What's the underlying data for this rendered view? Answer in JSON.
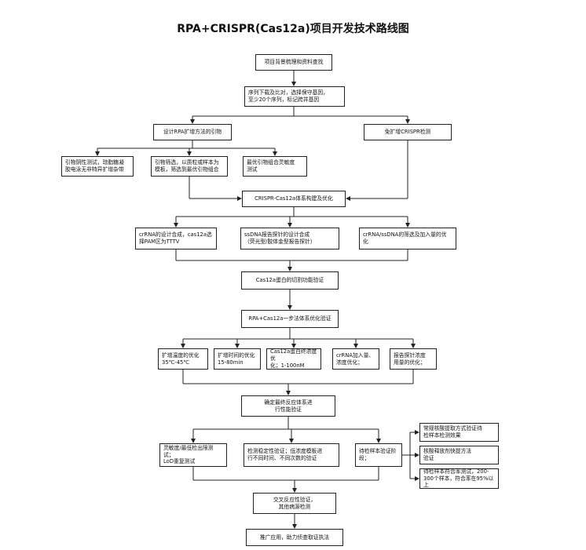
{
  "title": "RPA+CRISPR(Cas12a)项目开发技术路线图",
  "nodes": {
    "n1": "项目背景梳理和资料查找",
    "n2": "序列下载及比对，选择保守基因，\n至少20个序列，标记跨并基因",
    "n3": "设计RPA扩增方法的引物",
    "n4": "免扩增CRISPR检测",
    "n5a": "引物阴性测试，琼脂糖凝\n胶电泳无非特异扩增杂带",
    "n5b": "引物筛选，以质粒或样本为\n模板，筛选到最优引物组合",
    "n5c": "最优引物组合灵敏度\n测试",
    "n6": "CRISPR-Cas12a体系构建及优化",
    "n7a": "crRNA的设计合成，cas12a选\n择PAM区为TTTV",
    "n7b": "ssDNA报告探针的设计合成\n（荧光型/胶体金型报告探针）",
    "n7c": "crRNA/ssDNA的筛选及加入量的优\n化",
    "n8": "Cas12a蛋白的切割功能验证",
    "n9": "RPA+Cas12a一步法体系优化验证",
    "n10a": "扩增温度的优化\n35℃-45℃",
    "n10b": "扩增时间的优化\n15-80min",
    "n10c": "Cas12a蛋白终浓度优\n化；1-100nM",
    "n10d": "crRNA加入量、\n浓度优化；",
    "n10e": "报告探针浓度\n用量的优化；",
    "n11": "确定最终反应体系进\n行性能验证",
    "n12a": "灵敏度/最低检出限测试；\nLoD重复测试",
    "n12b": "检测稳定性验证；低浓度模板进\n行不同时间、不同次数的验证",
    "n12c": "待检样本验证阶\n段；",
    "n13a": "常规核酸提取方式验证待\n检样本检测效果",
    "n13b": "核酸释放剂快提方法\n验证",
    "n13c": "待检样本符合率测试，200-\n300个样本，符合率在95%以上",
    "n14": "交叉反应性验证，\n其他病源检测",
    "n15": "推广应用，助力侦查取证执法"
  }
}
